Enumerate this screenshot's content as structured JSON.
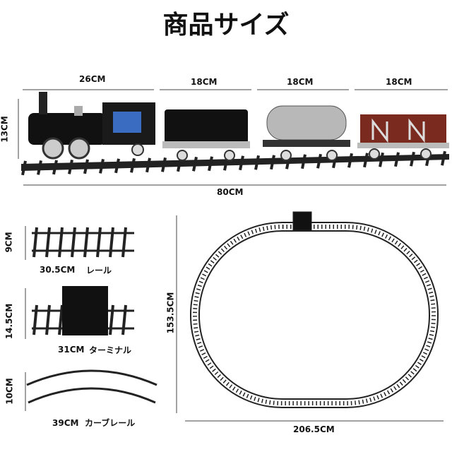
{
  "title": "商品サイズ",
  "train": {
    "locomotive_length": "26CM",
    "car1_length": "18CM",
    "car2_length": "18CM",
    "car3_length": "18CM",
    "height": "13CM",
    "total_length": "80CM"
  },
  "parts": {
    "straight_rail": {
      "width": "30.5CM",
      "name": "レール",
      "height": "9CM"
    },
    "terminal": {
      "width": "31CM",
      "name": "ターミナル",
      "height": "14.5CM"
    },
    "curved_rail": {
      "width": "39CM",
      "name": "カーブレール",
      "height": "10CM"
    }
  },
  "layout": {
    "height": "153.5CM",
    "width": "206.5CM"
  },
  "colors": {
    "track": "#1a1a1a",
    "boxcar": "#7a2a1e",
    "tank": "#b8b8b8"
  }
}
